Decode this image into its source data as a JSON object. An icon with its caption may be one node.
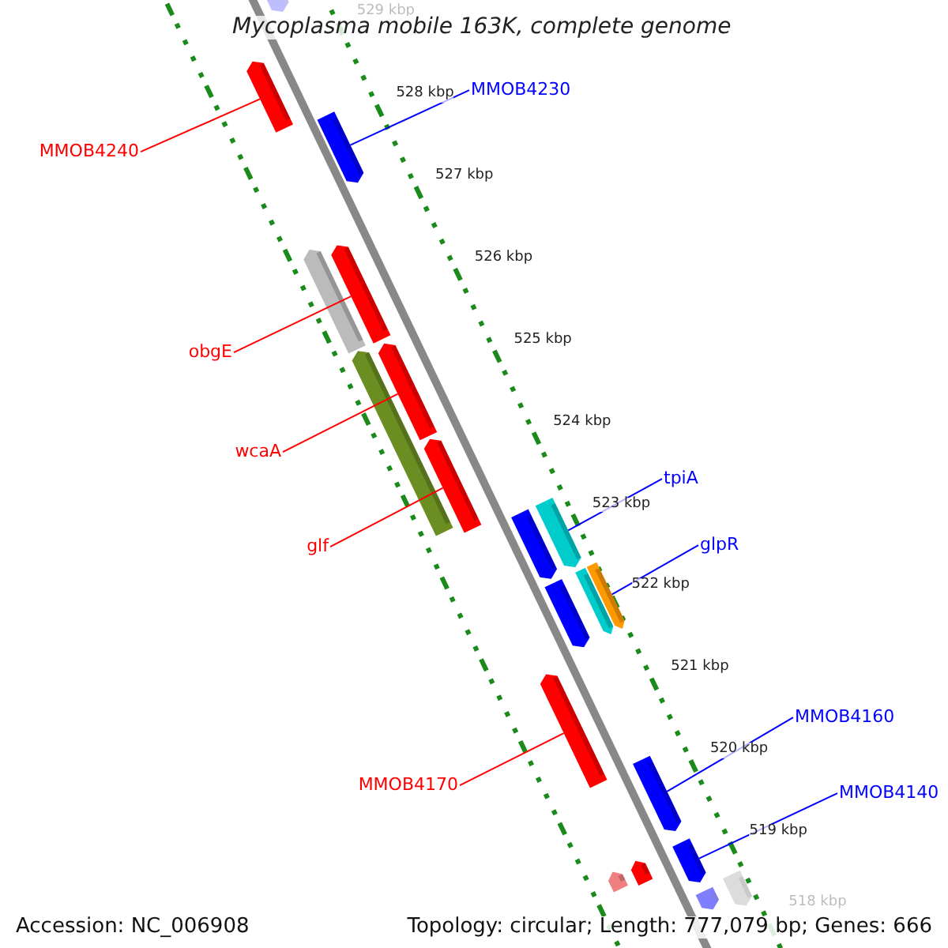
{
  "diagram": {
    "title": "Mycoplasma mobile 163K, complete genome",
    "nodes": [
      {
        "text": [
          "MMOB4240"
        ]
      },
      {
        "text": [
          "MMOB4230"
        ]
      },
      {
        "text": [
          "obgE"
        ]
      },
      {
        "text": [
          "wcaA"
        ]
      },
      {
        "text": [
          "glf"
        ]
      },
      {
        "text": [
          "tpiA"
        ]
      },
      {
        "text": [
          "glpR"
        ]
      },
      {
        "text": [
          "MMOB4160"
        ]
      },
      {
        "text": [
          "MMOB4170"
        ]
      },
      {
        "text": [
          "MMOB4140"
        ]
      },
      {
        "text": [],
        "shape": "bar"
      },
      {
        "text": [],
        "shape": "bar"
      },
      {
        "text": [],
        "shape": "bar"
      },
      {
        "text": [],
        "shape": "bar"
      },
      {
        "text": [],
        "shape": "bar"
      },
      {
        "text": [],
        "shape": "bar"
      },
      {
        "text": [],
        "shape": "bar"
      },
      {
        "text": [],
        "shape": "bar"
      },
      {
        "text": [],
        "shape": "bar"
      },
      {
        "text": [],
        "shape": "bar"
      },
      {
        "text": [],
        "shape": "bar"
      },
      {
        "text": [],
        "shape": "bar"
      },
      {
        "text": [],
        "shape": "bar"
      },
      {
        "text": [],
        "shape": "bar"
      },
      {
        "text": [],
        "shape": "bar"
      },
      {
        "text": [],
        "shape": "bar"
      },
      {
        "text": [],
        "shape": "bar"
      },
      {
        "text": [],
        "shape": "bar"
      },
      {
        "text": [],
        "shape": "bar"
      },
      {
        "text": [],
        "shape": "bar"
      }
    ],
    "edges": [
      {
        "from": 0,
        "to": 11,
        "arrow": "none",
        "color": "#ff0000"
      },
      {
        "from": 1,
        "to": 12,
        "arrow": "none",
        "color": "#0000ff"
      },
      {
        "from": 2,
        "to": 14,
        "arrow": "none",
        "color": "#ff0000"
      },
      {
        "from": 3,
        "to": 16,
        "arrow": "none",
        "color": "#ff0000"
      },
      {
        "from": 4,
        "to": 17,
        "arrow": "none",
        "color": "#ff0000"
      },
      {
        "from": 5,
        "to": 19,
        "arrow": "none",
        "color": "#0000ff"
      },
      {
        "from": 6,
        "to": 22,
        "arrow": "none",
        "color": "#0000ff"
      },
      {
        "from": 7,
        "to": 24,
        "arrow": "none",
        "color": "#0000ff"
      },
      {
        "from": 8,
        "to": 23,
        "arrow": "none",
        "color": "#ff0000"
      },
      {
        "from": 9,
        "to": 27,
        "arrow": "none",
        "color": "#0000ff"
      }
    ],
    "labels": [
      "529 kbp",
      "528 kbp",
      "527 kbp",
      "526 kbp",
      "525 kbp",
      "524 kbp",
      "523 kbp",
      "522 kbp",
      "521 kbp",
      "520 kbp",
      "519 kbp",
      "518 kbp",
      "Accession: NC_006908",
      "Topology: circular; Length: 777,079 bp; Genes: 666"
    ]
  }
}
